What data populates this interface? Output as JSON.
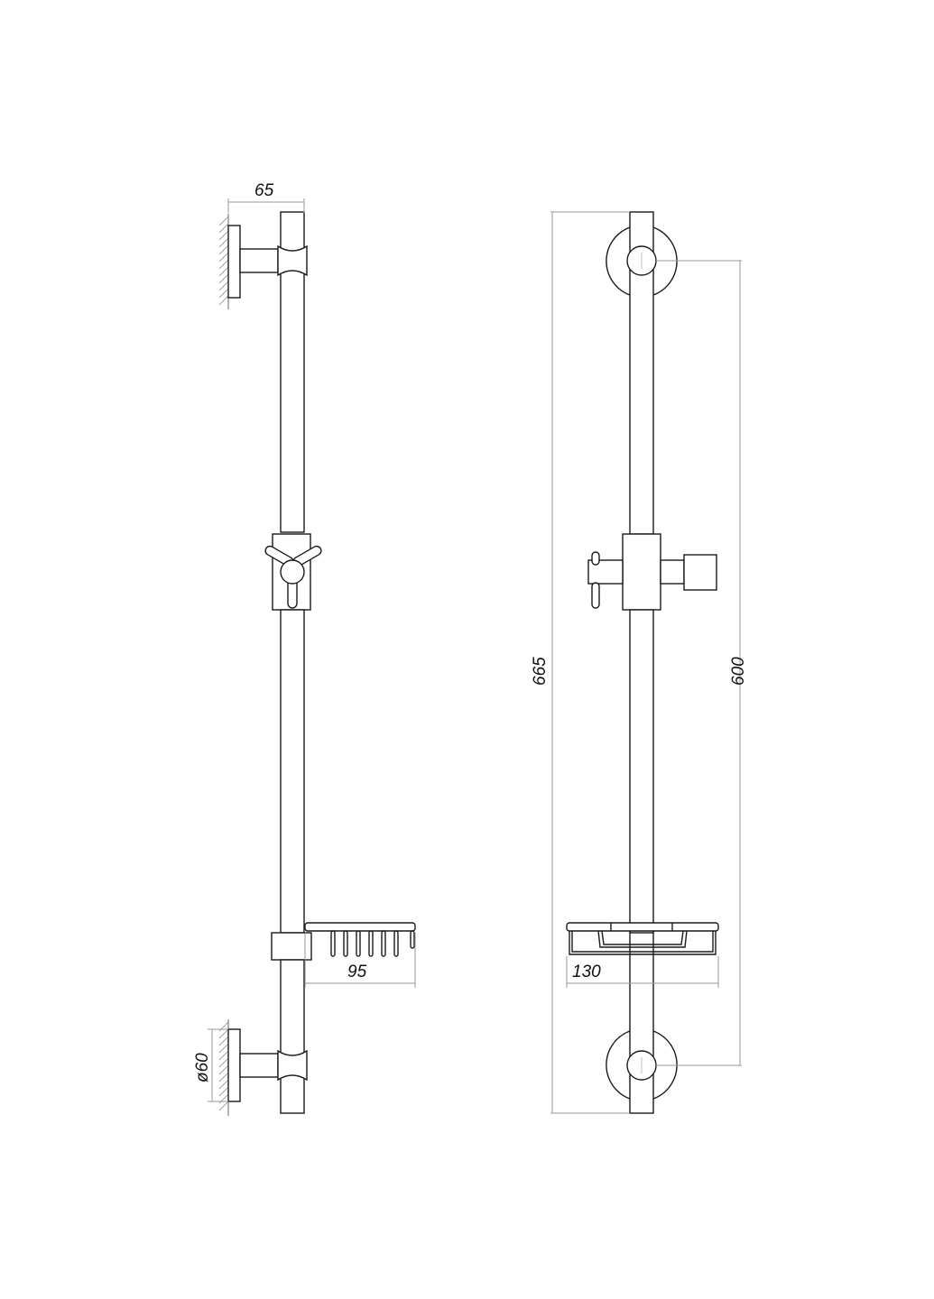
{
  "drawing": {
    "type": "technical-drawing",
    "subject": "shower slide rail with soap dish",
    "views": [
      {
        "name": "side-view",
        "dimensions": {
          "wall_offset": "65",
          "soap_dish_depth": "95",
          "wall_flange_diameter": "ø60"
        }
      },
      {
        "name": "front-view",
        "dimensions": {
          "total_height": "665",
          "mount_center_distance": "600",
          "soap_dish_width": "130"
        }
      }
    ]
  },
  "labels": {
    "side_top_offset": "65",
    "side_dish_depth": "95",
    "side_flange_diameter": "ø60",
    "front_total_height": "665",
    "front_mount_distance": "600",
    "front_dish_width": "130"
  },
  "colors": {
    "line": "#1a1a1a",
    "dimension": "#9a9a9a",
    "background": "#ffffff"
  }
}
